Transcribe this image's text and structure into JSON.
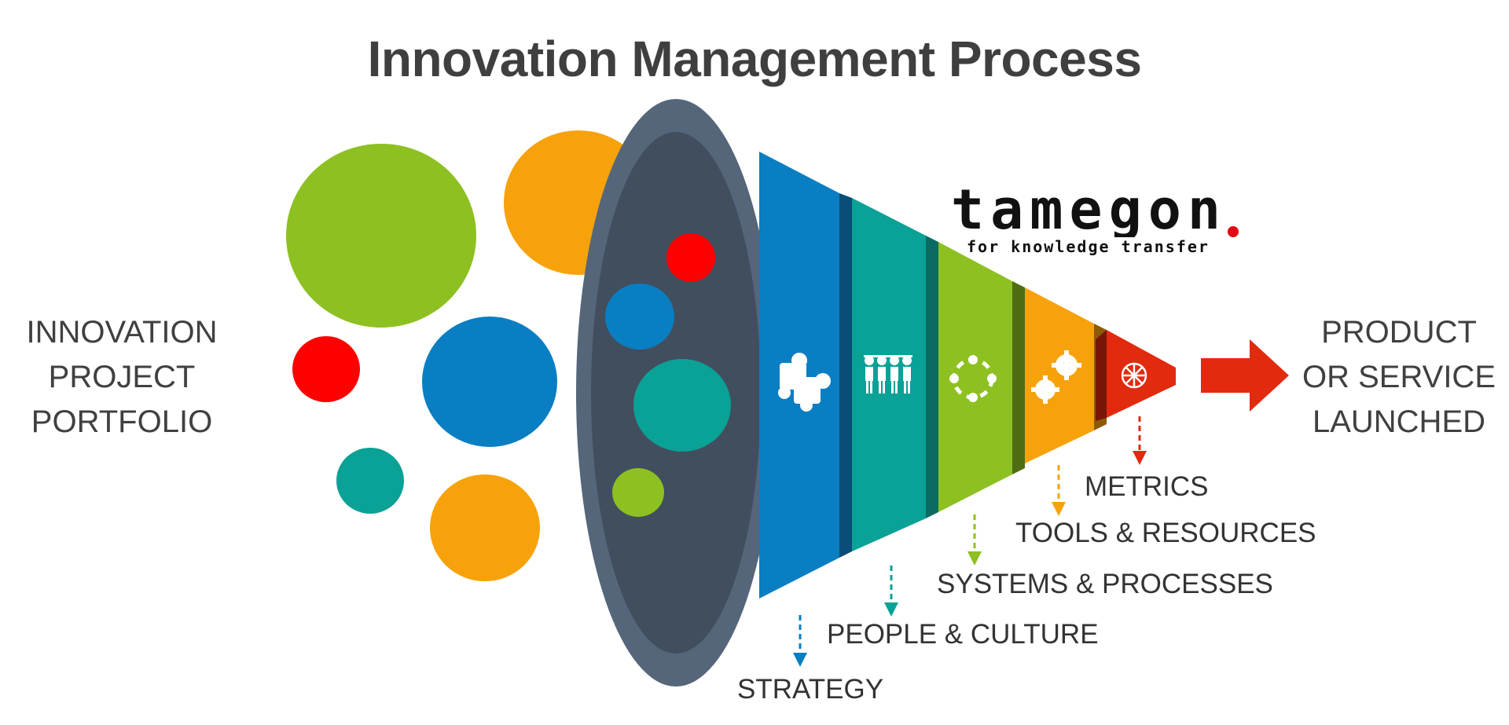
{
  "title": "Innovation Management Process",
  "input_label": [
    "INNOVATION",
    "PROJECT",
    "PORTFOLIO"
  ],
  "output_label": [
    "PRODUCT",
    "OR SERVICE",
    "LAUNCHED"
  ],
  "logo": {
    "name": "tamegon",
    "tagline": "for knowledge transfer",
    "dot_color": "#e30613"
  },
  "stages": [
    {
      "label": "STRATEGY",
      "color": "#0a7ec2",
      "icon": "puzzle-icon"
    },
    {
      "label": "PEOPLE & CULTURE",
      "color": "#0aa197",
      "icon": "people-icon"
    },
    {
      "label": "SYSTEMS & PROCESSES",
      "color": "#8dc021",
      "icon": "cycle-icon"
    },
    {
      "label": "TOOLS & RESOURCES",
      "color": "#f7a20b",
      "icon": "gears-icon"
    },
    {
      "label": "METRICS",
      "color": "#e22a0e",
      "icon": "network-icon"
    }
  ],
  "colors": {
    "green": "#8dc021",
    "orange": "#f7a20b",
    "blue": "#0a7ec2",
    "teal": "#0aa197",
    "red": "#fd0000",
    "funnel_rim": "#55667a",
    "funnel_inner": "#414e5e",
    "arrow": "#e22a0e"
  }
}
